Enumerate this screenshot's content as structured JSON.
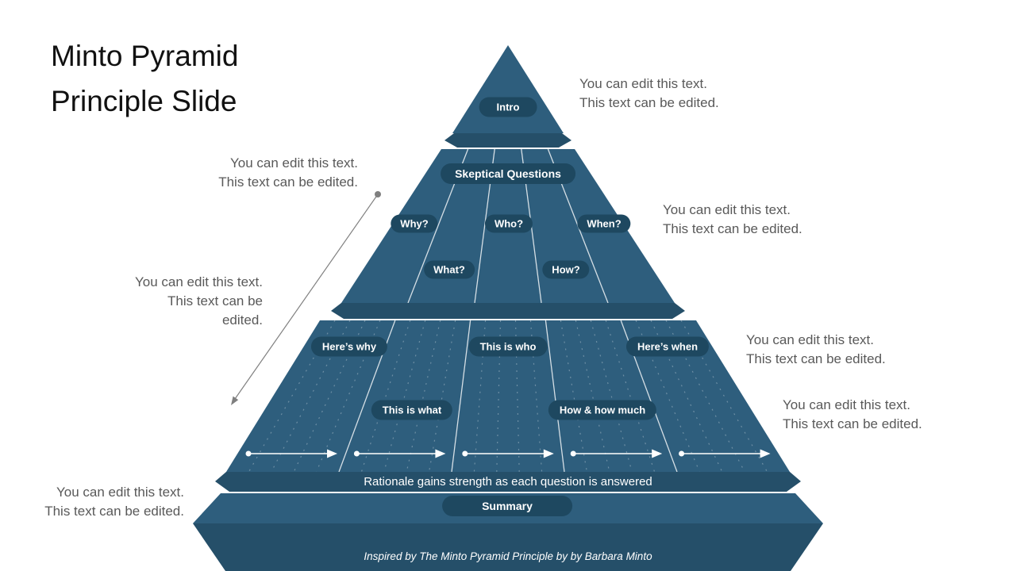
{
  "slide": {
    "title": "Minto Pyramid\nPrinciple Slide",
    "footer": "Inspired by The Minto Pyramid Principle by by Barbara Minto"
  },
  "pyramid": {
    "pills": {
      "intro": "Intro",
      "skeptical": "Skeptical Questions",
      "why": "Why?",
      "who": "Who?",
      "when": "When?",
      "what": "What?",
      "how": "How?",
      "heres_why": "Here’s why",
      "this_is_who": "This is who",
      "heres_when": "Here’s when",
      "this_is_what": "This is what",
      "how_much": "How & how much",
      "summary": "Summary"
    },
    "caption": "Rationale gains strength as each question is answered"
  },
  "placeholders": {
    "top_right": "You can edit this text.\nThis text can be edited.",
    "left_upper": "You can edit this text.\nThis text can be edited.",
    "right_mid": "You can edit this text.\nThis text can be edited.",
    "left_mid": "You can edit this text.\nThis text can be\nedited.",
    "right_tier3_upper": "You can edit this text.\nThis text can be edited.",
    "right_tier3_lower": "You can edit this text.\nThis text can be edited.",
    "bottom_left": "You can edit this text.\nThis text can be edited."
  },
  "colors": {
    "tier_face": "#2E5E7D",
    "tier_edge": "#254F69",
    "pill_bg": "#1E4860",
    "caption_text": "#FFFFFF",
    "annotation_text": "#595959",
    "annotation_arrow": "#808080",
    "title_text": "#111111",
    "background": "#FFFFFF"
  }
}
